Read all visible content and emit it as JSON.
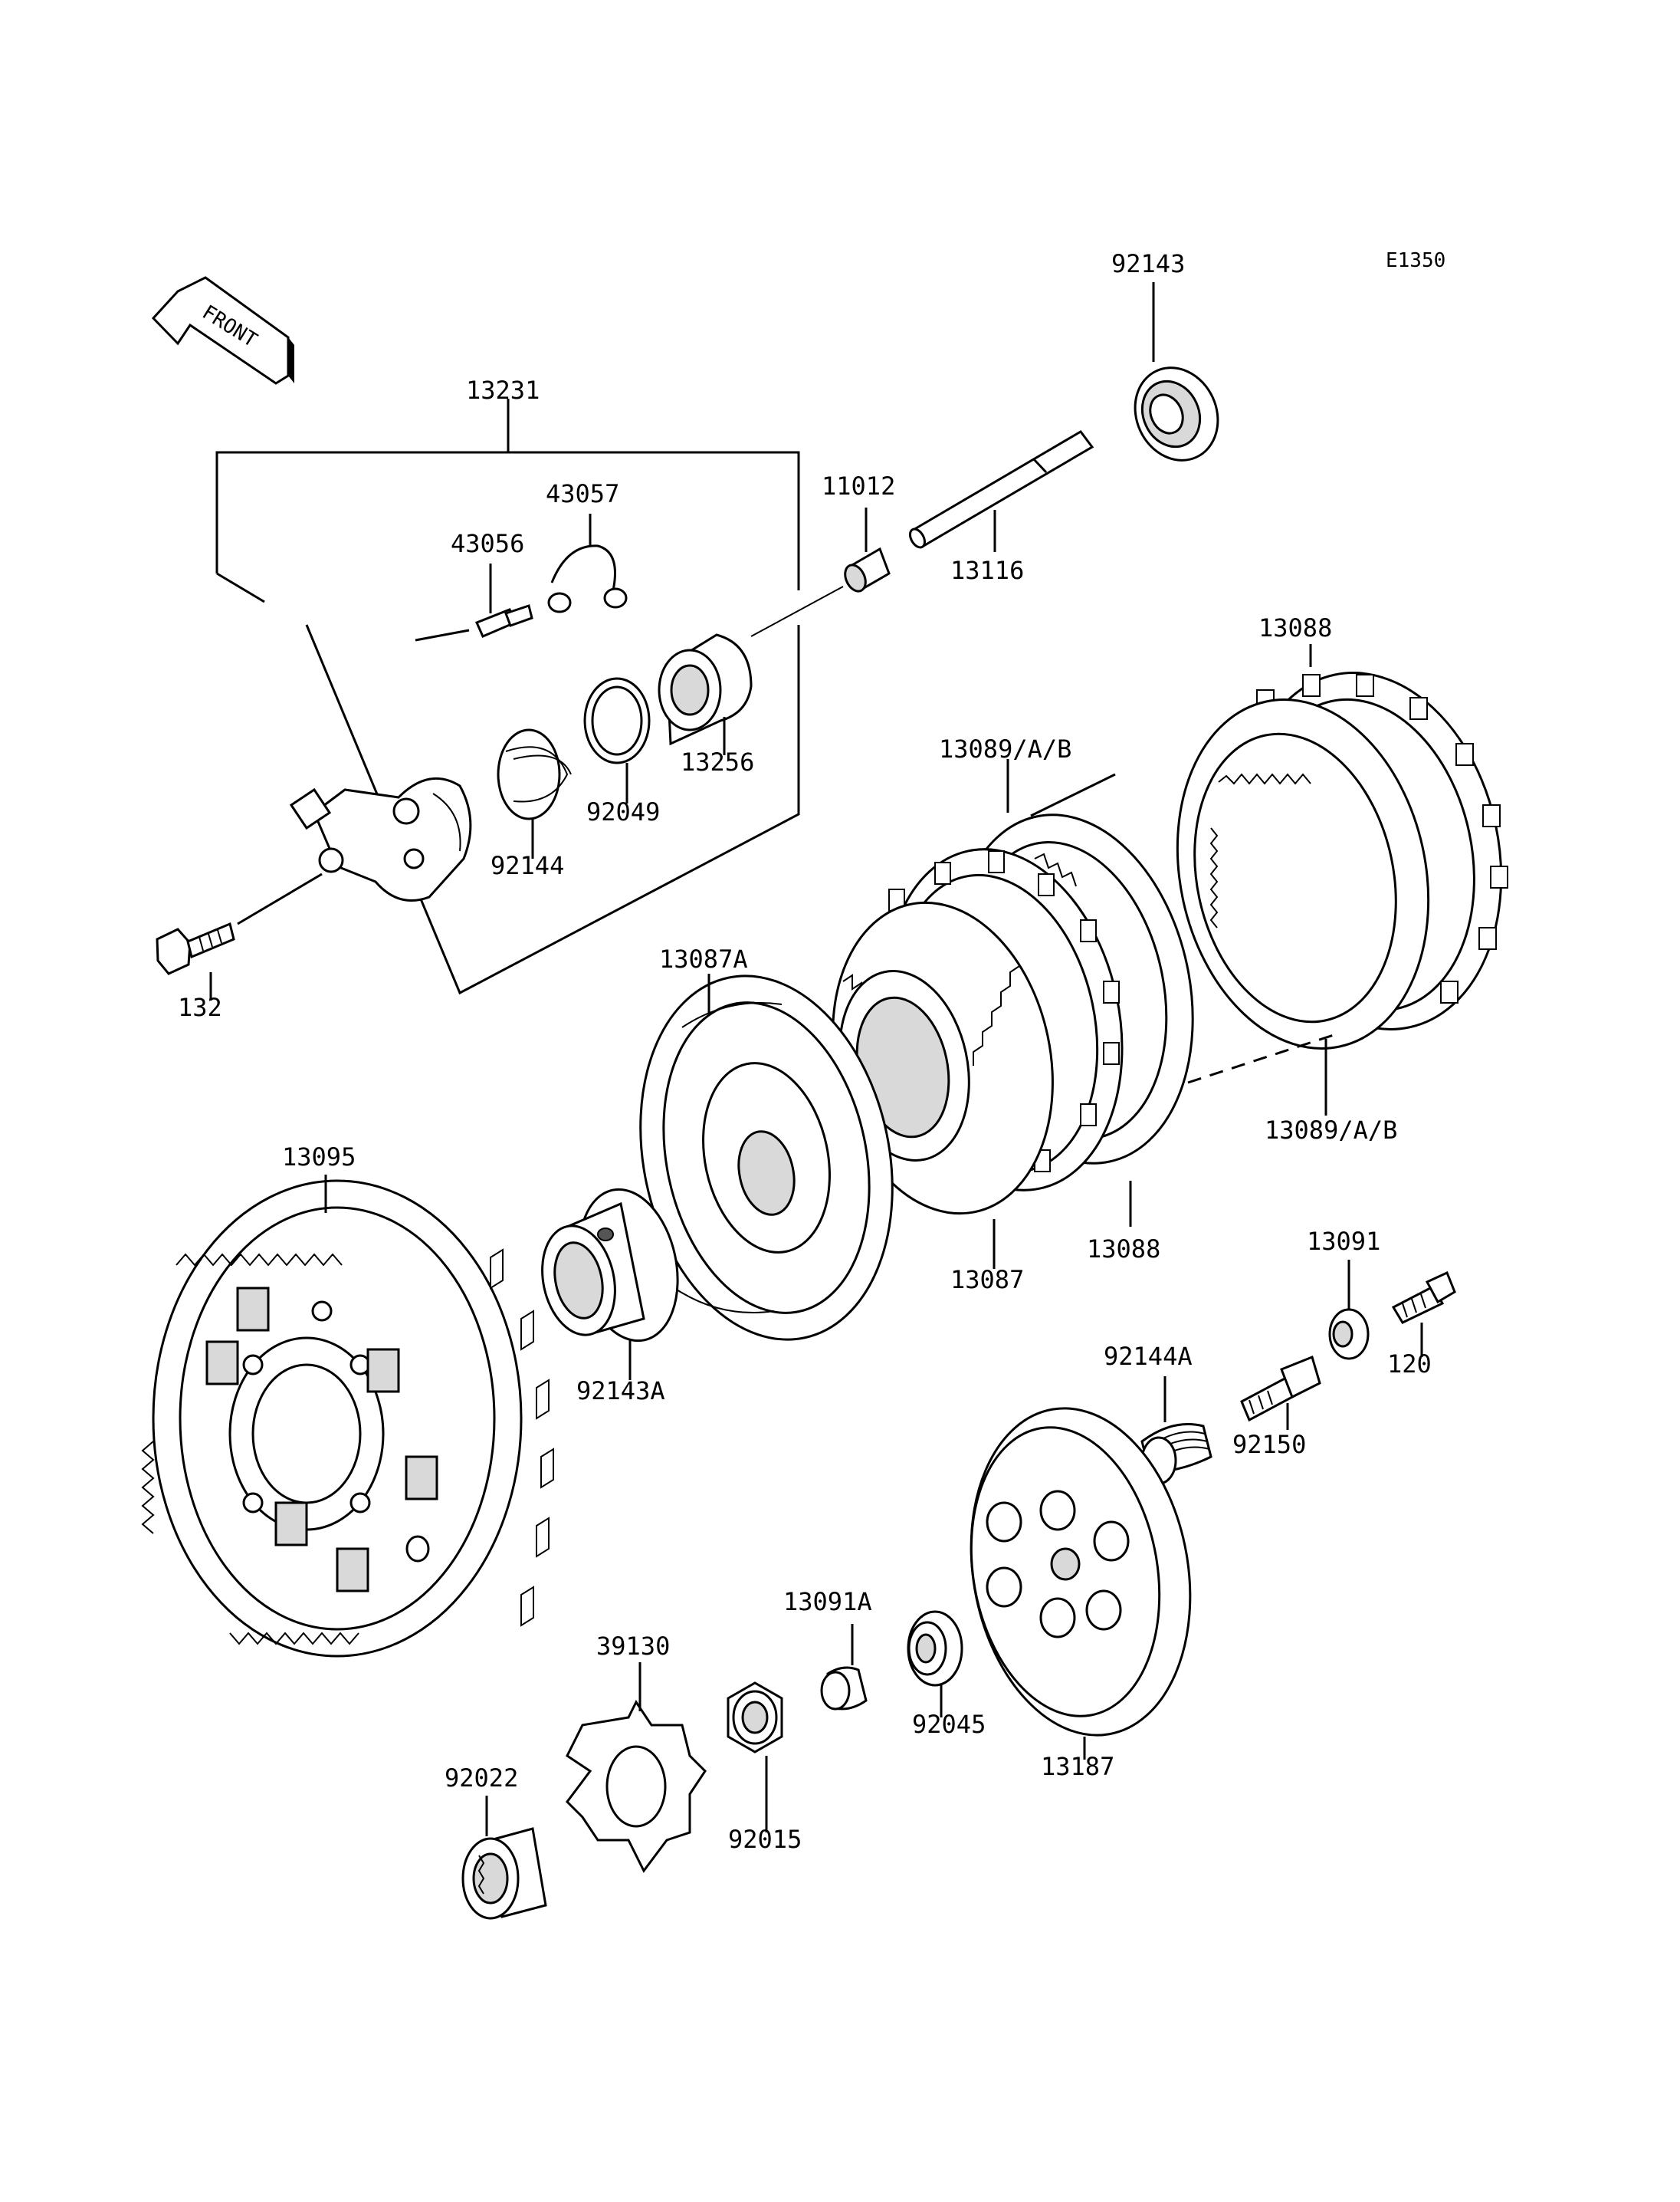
{
  "diagram": {
    "ref_code": "E1350",
    "front_label": "FRONT",
    "part_labels": {
      "p92143": "92143",
      "p13231": "13231",
      "p43057": "43057",
      "p43056": "43056",
      "p11012": "11012",
      "p13116": "13116",
      "p13088_top": "13088",
      "p13256": "13256",
      "p92049": "92049",
      "p92144": "92144",
      "p13089_top": "13089/A/B",
      "p132": "132",
      "p13087A": "13087A",
      "p13089_bottom": "13089/A/B",
      "p13095": "13095",
      "p13088_bottom": "13088",
      "p13087": "13087",
      "p13091": "13091",
      "p92143A": "92143A",
      "p92144A": "92144A",
      "p120": "120",
      "p92150": "92150",
      "p13091A": "13091A",
      "p39130": "39130",
      "p92045": "92045",
      "p13187": "13187",
      "p92022": "92022",
      "p92015": "92015"
    }
  }
}
